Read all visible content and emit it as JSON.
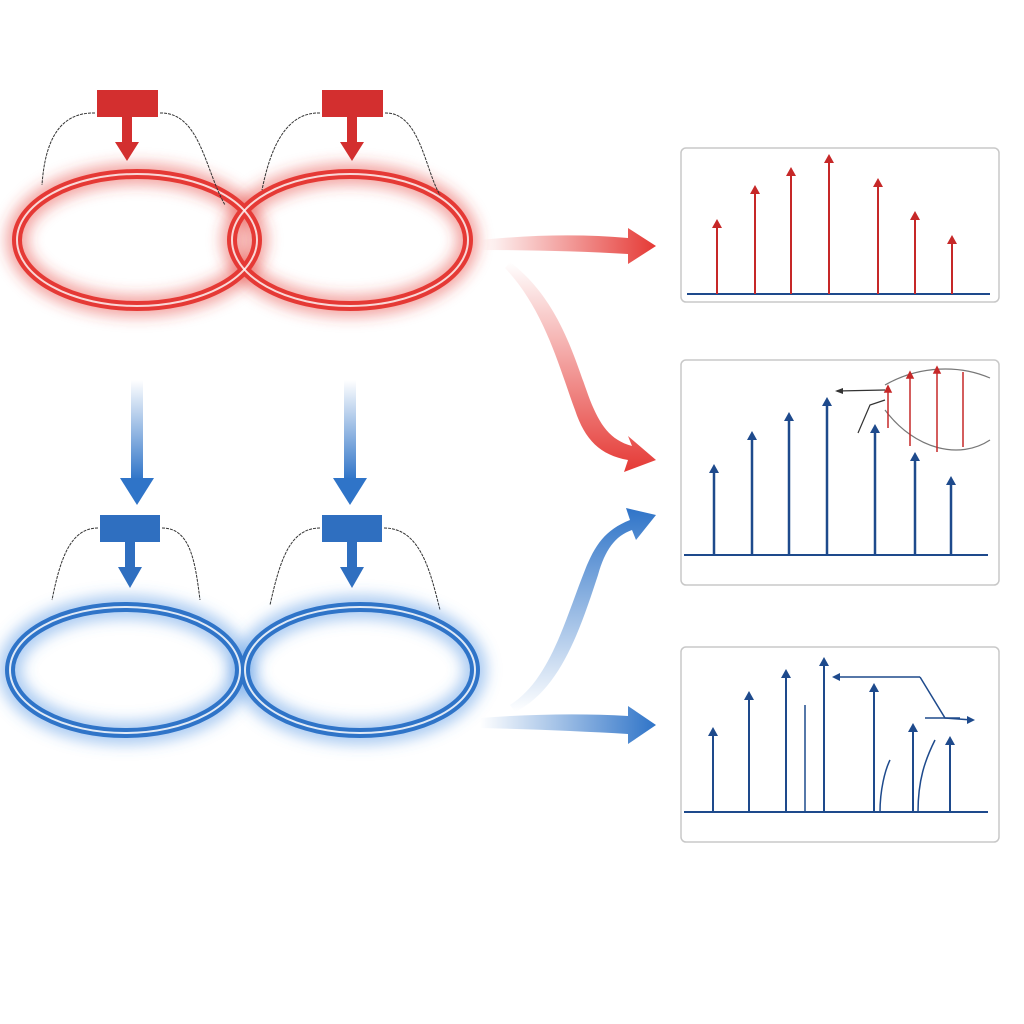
{
  "colors": {
    "red": "#e53935",
    "red_dark": "#c62828",
    "blue": "#2f74c8",
    "blue_dark": "#1e4a8c",
    "panel_border": "#c8c8c8",
    "wire": "#333333"
  },
  "icons": {
    "red_modulator": "red-rectangle-block",
    "blue_modulator": "blue-rectangle-block",
    "flow_arrow": "arrow-right"
  }
}
